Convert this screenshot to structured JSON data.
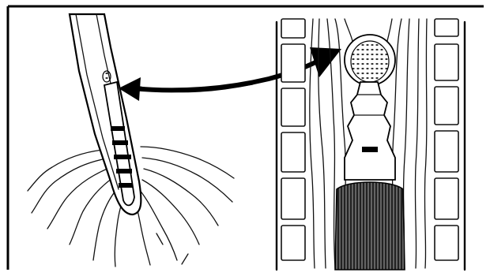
{
  "figure": {
    "left_panel": "rhizoid-tip-view",
    "right_panel": "magnified-cell-file-view",
    "connector": "double-headed-arrow",
    "colors": {
      "ink": "#000000",
      "paper": "#ffffff",
      "dark_fill": "#1a1a1a",
      "stipple": "#333333"
    }
  }
}
